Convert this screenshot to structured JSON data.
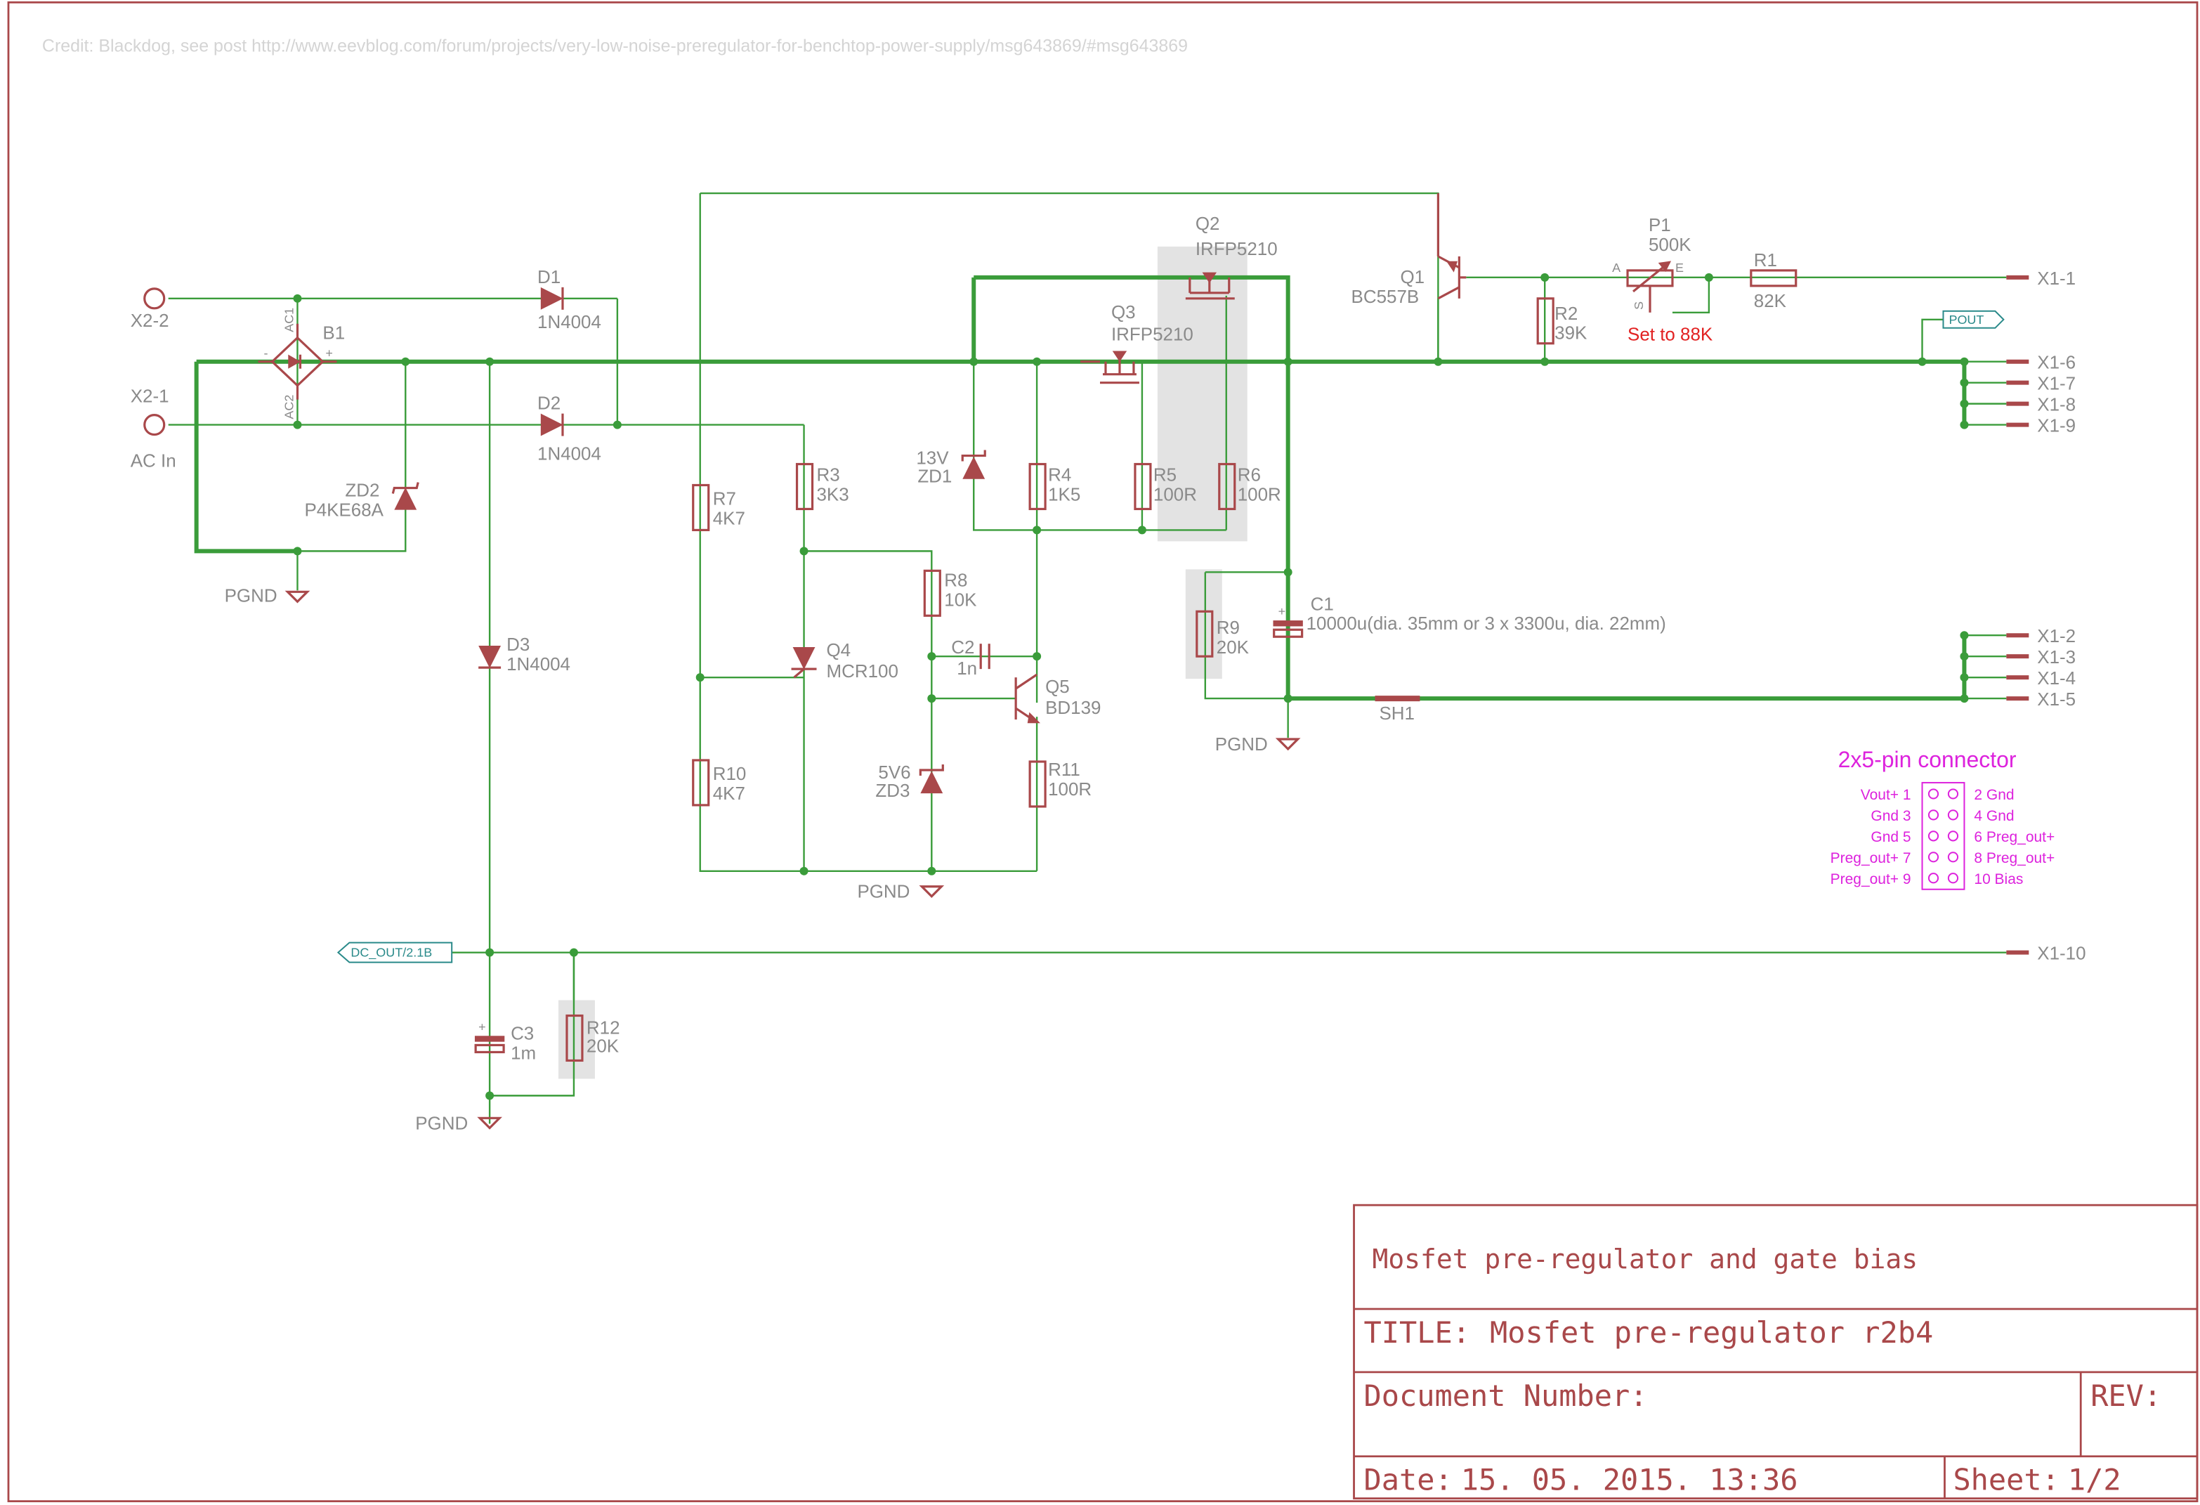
{
  "credit": "Credit: Blackdog, see post http://www.eevblog.com/forum/projects/very-low-noise-preregulator-for-benchtop-power-supply/msg643869/#msg643869",
  "components": {
    "X2_2": "X2-2",
    "X2_1": "X2-1",
    "ac_in": "AC In",
    "B1": "B1",
    "B1_ac1": "AC1",
    "B1_ac2": "AC2",
    "B1_minus": "-",
    "B1_plus": "+",
    "D1": "D1",
    "D1_val": "1N4004",
    "D2": "D2",
    "D2_val": "1N4004",
    "D3": "D3",
    "D3_val": "1N4004",
    "ZD2": "ZD2",
    "ZD2_val": "P4KE68A",
    "pgnd": "PGND",
    "R7": "R7",
    "R7_val": "4K7",
    "R10": "R10",
    "R10_val": "4K7",
    "R3": "R3",
    "R3_val": "3K3",
    "Q4": "Q4",
    "Q4_val": "MCR100",
    "R8": "R8",
    "R8_val": "10K",
    "C2": "C2",
    "C2_val": "1n",
    "Q5": "Q5",
    "Q5_val": "BD139",
    "ZD1": "ZD1",
    "ZD1_val": "13V",
    "ZD3": "ZD3",
    "ZD3_val": "5V6",
    "R4": "R4",
    "R4_val": "1K5",
    "R11": "R11",
    "R11_val": "100R",
    "Q3": "Q3",
    "Q3_val": "IRFP5210",
    "Q2": "Q2",
    "Q2_val": "IRFP5210",
    "R5": "R5",
    "R5_val": "100R",
    "R6": "R6",
    "R6_val": "100R",
    "R9": "R9",
    "R9_val": "20K",
    "C1": "C1",
    "C1_val": "10000u",
    "C1_note": "(dia. 35mm or 3 x 3300u, dia. 22mm)",
    "SH1": "SH1",
    "Q1": "Q1",
    "Q1_val": "BC557B",
    "R2": "R2",
    "R2_val": "39K",
    "P1": "P1",
    "P1_val": "500K",
    "P1_a": "A",
    "P1_e": "E",
    "P1_s": "S",
    "P1_note": "Set to 88K",
    "R1": "R1",
    "R1_val": "82K",
    "C3": "C3",
    "C3_val": "1m",
    "R12": "R12",
    "R12_val": "20K",
    "pout_flag": "POUT",
    "dcout_flag": "DC_OUT/2.1B"
  },
  "connector_pins": [
    "X1-1",
    "X1-6",
    "X1-7",
    "X1-8",
    "X1-9",
    "X1-2",
    "X1-3",
    "X1-4",
    "X1-5",
    "X1-10"
  ],
  "connector_legend": {
    "title": "2x5-pin connector",
    "left": [
      "Vout+ 1",
      "Gnd 3",
      "Gnd 5",
      "Preg_out+ 7",
      "Preg_out+ 9"
    ],
    "right": [
      "2 Gnd",
      "4 Gnd",
      "6 Preg_out+",
      "8 Preg_out+",
      "10 Bias"
    ]
  },
  "title_block": {
    "heading": "Mosfet pre-regulator and gate bias",
    "title_label": "TITLE:",
    "title_value": "Mosfet pre-regulator r2b4",
    "doc_label": "Document Number:",
    "rev_label": "REV:",
    "date_label": "Date:",
    "date_value": "15. 05. 2015. 13:36",
    "sheet_label": "Sheet:",
    "sheet_value": "1/2"
  }
}
